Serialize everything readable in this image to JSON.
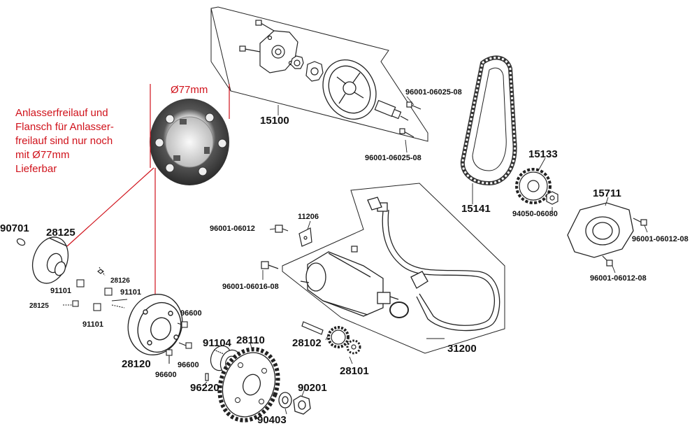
{
  "note": {
    "lines": [
      "Anlasserfreilauf und",
      "Flansch für Anlasser-",
      "freilauf sind nur noch",
      "mit Ø77mm",
      "Lieferbar"
    ],
    "color": "#d0121b"
  },
  "dimension": {
    "label": "Ø77mm"
  },
  "parts": {
    "p15100": "15100",
    "p96001_06025_08_a": "96001-06025-08",
    "p96001_06025_08_b": "96001-06025-08",
    "p15141": "15141",
    "p15133": "15133",
    "p94050_06080": "94050-06080",
    "p15711": "15711",
    "p96001_06012_08_a": "96001-06012-08",
    "p96001_06012_08_b": "96001-06012-08",
    "p11206": "11206",
    "p96001_06012": "96001-06012",
    "p96001_06016_08": "96001-06016-08",
    "p90701": "90701",
    "p28125": "28125",
    "p28126": "28126",
    "p91101_a": "91101",
    "p91101_b": "91101",
    "p91101_c": "91101",
    "p28125_b": "28125",
    "p96600_a": "96600",
    "p96600_b": "96600",
    "p96600_c": "96600",
    "p91104": "91104",
    "p28110": "28110",
    "p28120": "28120",
    "p96220": "96220",
    "p28102": "28102",
    "p28101": "28101",
    "p31200": "31200",
    "p90201": "90201",
    "p90403": "90403"
  }
}
